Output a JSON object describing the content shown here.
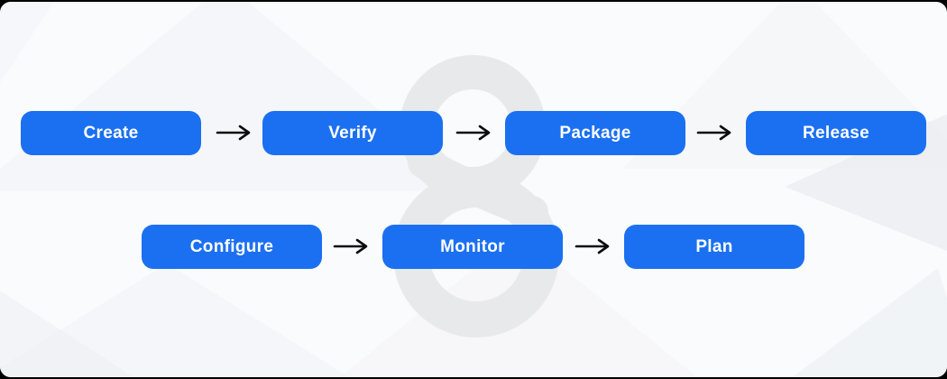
{
  "diagram": {
    "name": "devops-stages-flow",
    "stages": [
      {
        "label": "Create"
      },
      {
        "label": "Verify"
      },
      {
        "label": "Package"
      },
      {
        "label": "Release"
      },
      {
        "label": "Configure"
      },
      {
        "label": "Monitor"
      },
      {
        "label": "Plan"
      }
    ],
    "flow_rows": [
      [
        "Create",
        "Verify",
        "Package",
        "Release"
      ],
      [
        "Configure",
        "Monitor",
        "Plan"
      ]
    ],
    "connector_icon": "right-arrow-icon",
    "watermark_icon": "figure-eight-logo-watermark"
  },
  "colors": {
    "node_fill": "#1b70f1",
    "node_text": "#ffffff",
    "arrow": "#0c0c0c",
    "watermark": "#e8e9eb",
    "canvas_bg": "#fafbfc",
    "frame_bg": "#000000"
  }
}
